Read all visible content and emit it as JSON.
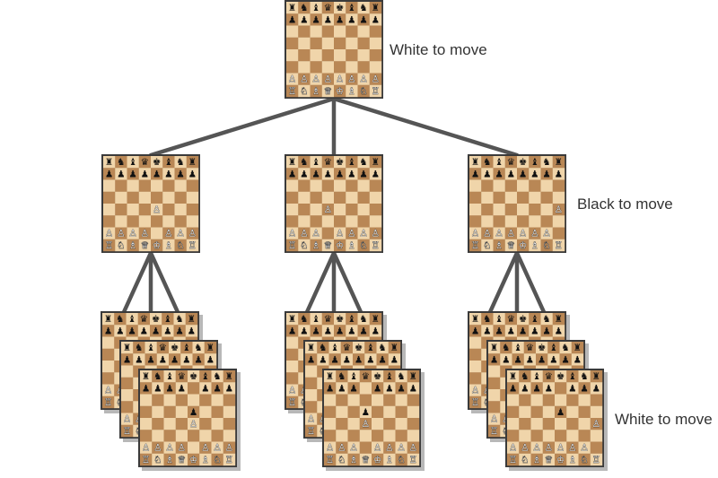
{
  "labels": {
    "root": "White to move",
    "level1": "Black to move",
    "level2": "White to move"
  },
  "colors": {
    "light_square": "#f0d5aa",
    "dark_square": "#b98755",
    "frame": "#3a3a3a",
    "edge": "#555555"
  },
  "positions": {
    "root": [
      "rnbqkbnr",
      "pppppppp",
      "........",
      "........",
      "........",
      "........",
      "PPPPPPPP",
      "RNBQKBNR"
    ],
    "child_e4": [
      "rnbqkbnr",
      "pppppppp",
      "........",
      "........",
      "....P...",
      "........",
      "PPPP.PPP",
      "RNBQKBNR"
    ],
    "child_d4": [
      "rnbqkbnr",
      "pppppppp",
      "........",
      "........",
      "...P....",
      "........",
      "PPP.PPPP",
      "RNBQKBNR"
    ],
    "child_h4": [
      "rnbqkbnr",
      "pppppppp",
      "........",
      "........",
      ".......P",
      "........",
      "PPPPPPP.",
      "RNBQKBNR"
    ],
    "grand_e4_e5": [
      "rnbqkbnr",
      "pppp.ppp",
      "........",
      "....p...",
      "....P...",
      "........",
      "PPPP.PPP",
      "RNBQKBNR"
    ],
    "grand_d4_d5": [
      "rnbqkbnr",
      "ppp.pppp",
      "........",
      "...p....",
      "...P....",
      "........",
      "PPP.PPPP",
      "RNBQKBNR"
    ],
    "grand_h4_e5": [
      "rnbqkbnr",
      "pppp.ppp",
      "........",
      "....p...",
      ".......P",
      "........",
      "PPPPPPP.",
      "RNBQKBNR"
    ]
  },
  "piece_glyphs": {
    "K": "♔",
    "Q": "♕",
    "R": "♖",
    "B": "♗",
    "N": "♘",
    "P": "♙",
    "k": "♚",
    "q": "♛",
    "r": "♜",
    "b": "♝",
    "n": "♞",
    "p": "♟"
  }
}
